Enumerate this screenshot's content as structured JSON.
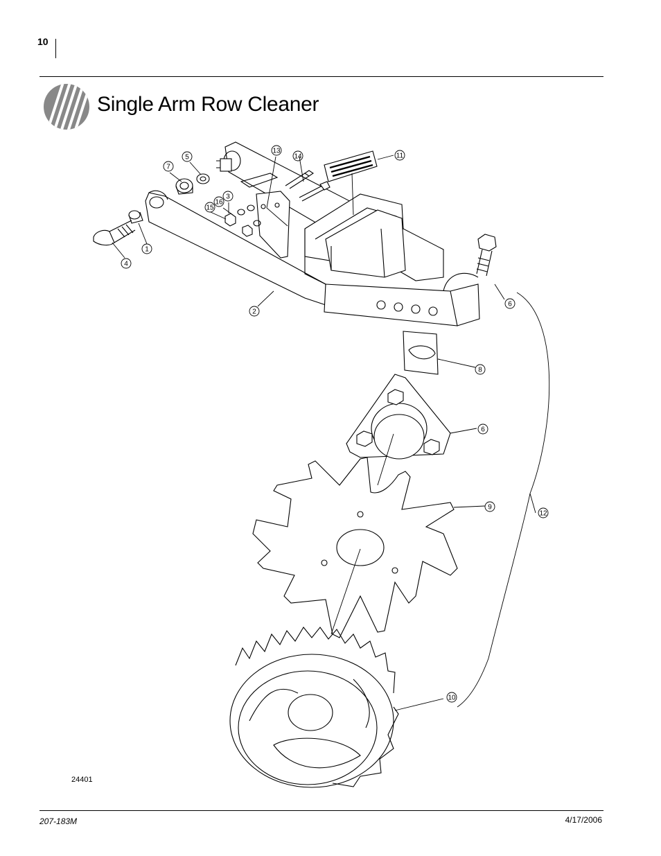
{
  "header": {
    "page_number": "10",
    "title": "Single Arm Row Cleaner"
  },
  "figure": {
    "id": "24401",
    "callouts": [
      "1",
      "2",
      "3",
      "4",
      "5",
      "6",
      "6",
      "7",
      "8",
      "9",
      "10",
      "11",
      "12",
      "13",
      "14",
      "15",
      "16"
    ]
  },
  "footer": {
    "doc_number": "207-183M",
    "date": "4/17/2006"
  }
}
